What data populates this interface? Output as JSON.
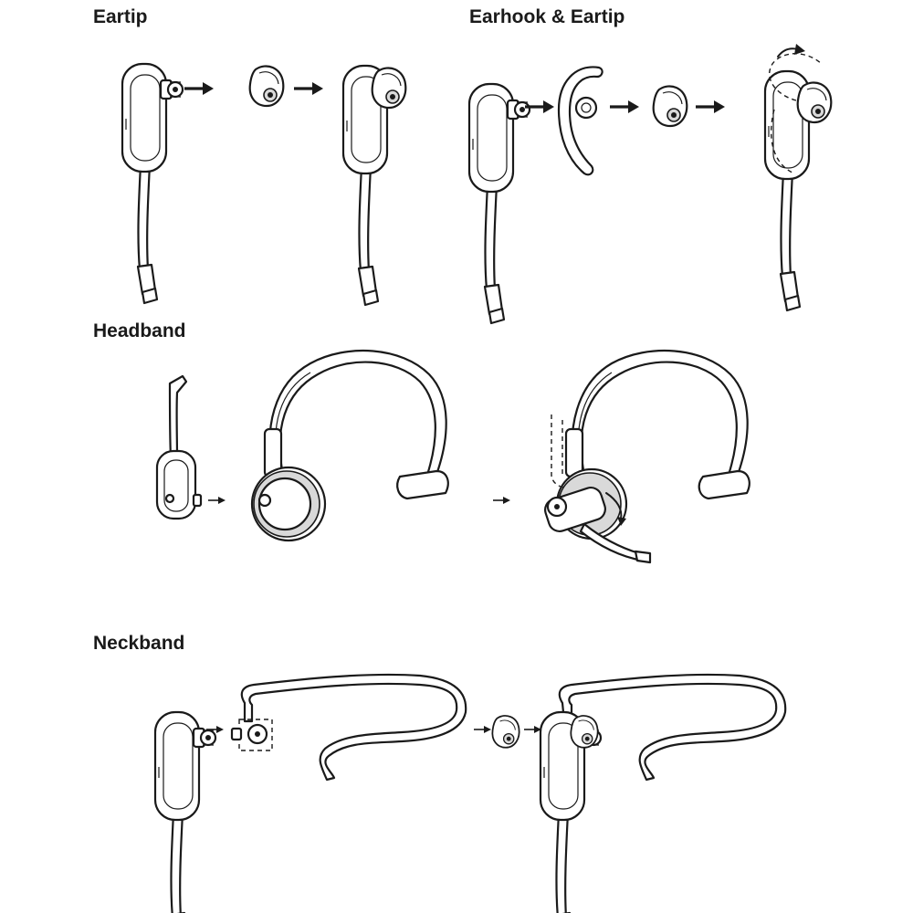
{
  "sections": {
    "eartip": {
      "title": "Eartip"
    },
    "earhook_eartip": {
      "title": "Earhook & Eartip"
    },
    "headband": {
      "title": "Headband"
    },
    "neckband": {
      "title": "Neckband"
    }
  },
  "colors": {
    "line": "#1a1a1a",
    "background": "#ffffff",
    "shade": "#d9d9d9"
  },
  "icons": [
    "headset-unit-icon",
    "eartip-icon",
    "earhook-icon",
    "headband-icon",
    "neckband-icon",
    "step-arrow-icon",
    "rotate-arrow-icon"
  ]
}
